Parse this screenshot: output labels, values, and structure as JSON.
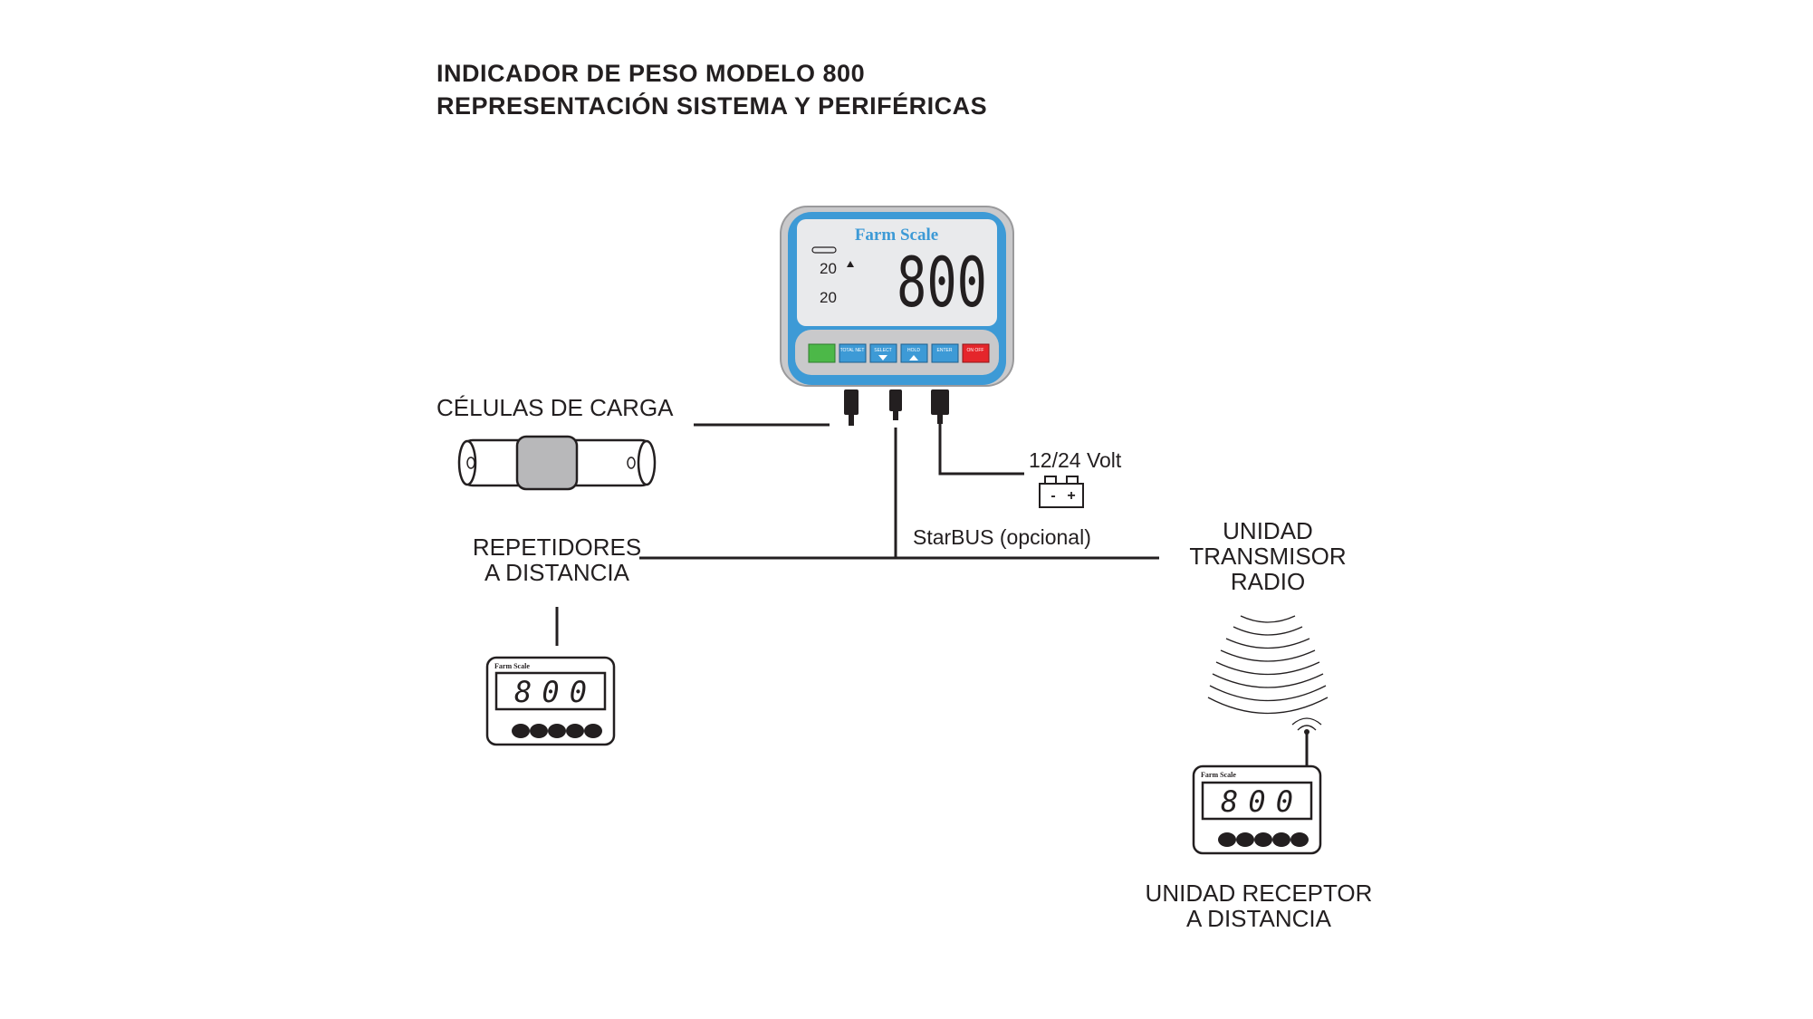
{
  "title": {
    "line1": "INDICADOR DE PESO MODELO 800",
    "line2": "REPRESENTACIÓN SISTEMA Y PERIFÉRICAS"
  },
  "indicator": {
    "brand": "Farm Scale",
    "display_value": "800",
    "side_value_top": "20",
    "side_value_bottom": "20",
    "keys": [
      "TOTAL NET",
      "SELECT",
      "HOLD",
      "ENTER",
      "ON OFF"
    ]
  },
  "labels": {
    "load_cells": "CÉLULAS DE CARGA",
    "power": "12/24 Volt",
    "starbus": "StarBUS (opcional)",
    "repeaters_line1": "REPETIDORES",
    "repeaters_line2": "A DISTANCIA",
    "transmitter_line1": "UNIDAD",
    "transmitter_line2": "TRANSMISOR",
    "transmitter_line3": "RADIO",
    "receiver_line1": "UNIDAD RECEPTOR",
    "receiver_line2": "A DISTANCIA"
  },
  "battery": {
    "minus": "-",
    "plus": "+"
  },
  "small_unit": {
    "brand": "Farm Scale",
    "value": "800"
  },
  "colors": {
    "ink": "#231f20",
    "panel_blue": "#3d9ad6",
    "screen_bg": "#e9eaec",
    "bezel_grey": "#c9c9cb",
    "key_green": "#4cb848",
    "key_red": "#e5262b"
  }
}
